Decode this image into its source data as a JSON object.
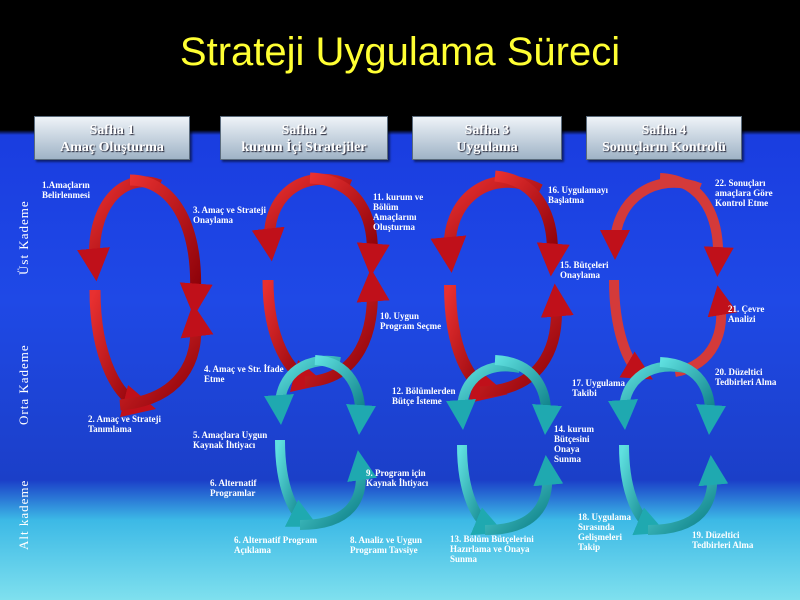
{
  "title": "Strateji Uygulama Süreci",
  "phases": [
    {
      "line1": "Safha 1",
      "line2": "Amaç Oluşturma"
    },
    {
      "line1": "Safha 2",
      "line2": "kurum İçi Stratejiler"
    },
    {
      "line1": "Safha 3",
      "line2": "Uygulama"
    },
    {
      "line1": "Safha 4",
      "line2": "Sonuçların Kontrolü"
    }
  ],
  "levels": {
    "top": "Üst Kademe",
    "middle": "Orta Kademe",
    "bottom": "Alt kademe"
  },
  "steps": [
    "1.Amaçların Belirlenmesi",
    "2. Amaç ve Strateji Tanımlama",
    "3. Amaç ve Strateji Onaylama",
    "4. Amaç ve Str. İfade Etme",
    "5. Amaçlara Uygun Kaynak İhtiyacı",
    "6. Alternatif Programlar",
    "6. Alternatif Program Açıklama",
    "8. Analiz ve Uygun Programı Tavsiye",
    "9. Program için Kaynak İhtiyacı",
    "10. Uygun Program Seçme",
    "11. kurum ve Bölüm Amaçlarını Oluşturma",
    "12. Bölümlerden Bütçe İsteme",
    "13. Bölüm Bütçelerini Hazırlama ve Onaya Sunma",
    "14. kurum Bütçesini Onaya Sunma",
    "15. Bütçeleri Onaylama",
    "16. Uygulamayı Başlatma",
    "17. Uygulama Takibi",
    "18. Uygulama Sırasında Gelişmeleri Takip",
    "19. Düzeltici Tedbirleri Alma",
    "20. Düzeltici Tedbirleri Alma",
    "21. Çevre Analizi",
    "22. Sonuçları amaçlara Göre Kontrol Etme"
  ],
  "colors": {
    "red_arrow": "#c0101a",
    "teal_arrow": "#1fa9b0",
    "title": "#ffff33"
  }
}
